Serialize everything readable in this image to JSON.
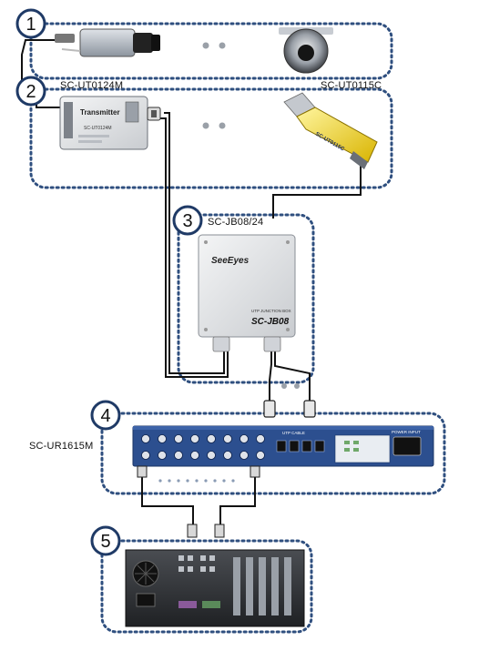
{
  "steps": [
    {
      "number": "1"
    },
    {
      "number": "2"
    },
    {
      "number": "3"
    },
    {
      "number": "4"
    },
    {
      "number": "5"
    }
  ],
  "labels": {
    "transmitter_model": "SC-UT0124M",
    "passive_model": "SC-UT0115C",
    "junction_box_model": "SC-JB08/24",
    "receiver_model": "SC-UR1615M"
  },
  "devices": {
    "transmitter_front_title": "Transmitter",
    "transmitter_front_model": "SC-UT0124M",
    "junction_brand": "SeeEyes",
    "junction_model_text": "SC-JB08",
    "junction_subtitle": "UTP JUNCTION BOX",
    "receiver_utp_label": "UTP CABLE",
    "receiver_power_label": "POWER INPUT",
    "balun_text": "SC-UT0115C"
  },
  "colors": {
    "dotted_border": "#2f4f7f",
    "badge_stroke": "#1f3a66",
    "rack_blue": "#2c4f8f",
    "cable": "#111111"
  }
}
